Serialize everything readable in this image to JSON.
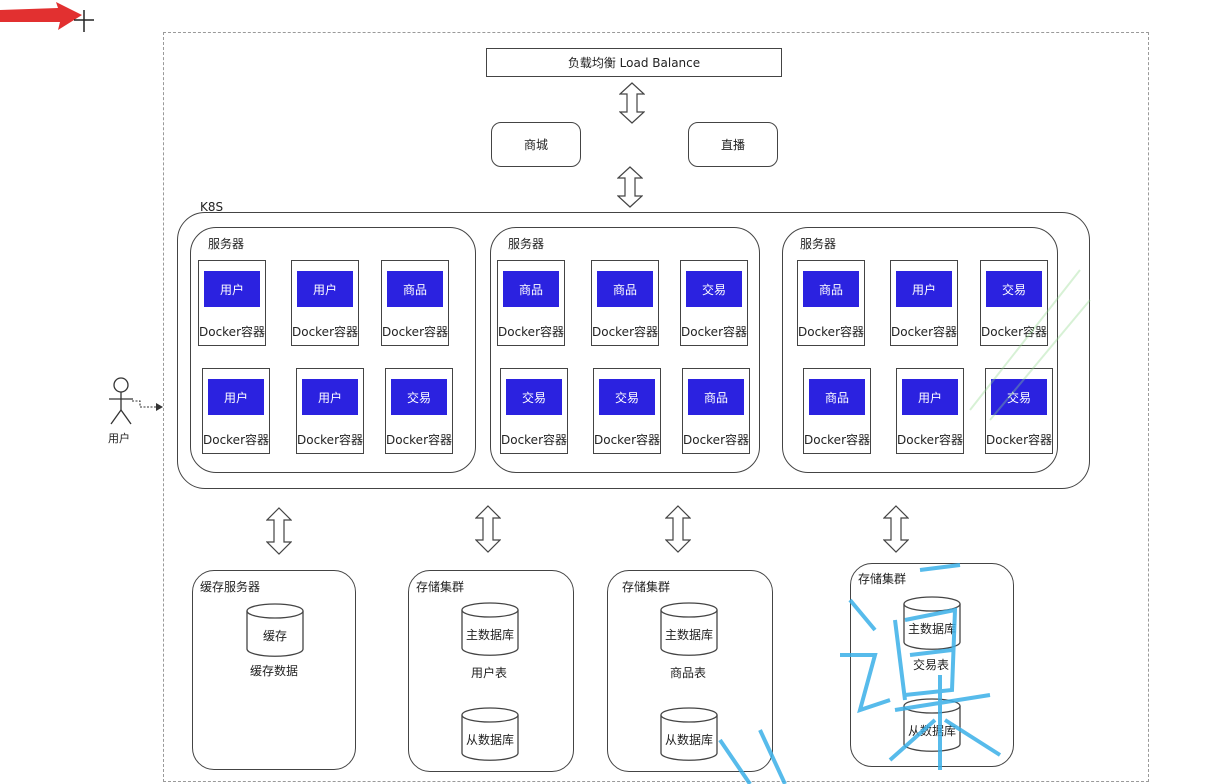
{
  "load_balancer": "负载均衡 Load Balance",
  "apps": [
    "商城",
    "直播"
  ],
  "k8s_label": "K8S",
  "actor_label": "用户",
  "container_label": "Docker容器",
  "servers": [
    {
      "title": "服务器",
      "rows": [
        [
          "用户",
          "用户",
          "商品"
        ],
        [
          "用户",
          "用户",
          "交易"
        ]
      ]
    },
    {
      "title": "服务器",
      "rows": [
        [
          "商品",
          "商品",
          "交易"
        ],
        [
          "交易",
          "交易",
          "商品"
        ]
      ]
    },
    {
      "title": "服务器",
      "rows": [
        [
          "商品",
          "用户",
          "交易"
        ],
        [
          "商品",
          "用户",
          "交易"
        ]
      ]
    }
  ],
  "storage": [
    {
      "title": "缓存服务器",
      "db1": "缓存",
      "caption": "缓存数据"
    },
    {
      "title": "存储集群",
      "db1": "主数据库",
      "caption": "用户表",
      "db2": "从数据库"
    },
    {
      "title": "存储集群",
      "db1": "主数据库",
      "caption": "商品表",
      "db2": "从数据库"
    },
    {
      "title": "存储集群",
      "db1": "主数据库",
      "caption": "交易表",
      "db2": "从数据库"
    }
  ],
  "colors": {
    "container_fill": "#2b22e0",
    "pointer_arrow": "#e23030",
    "watermark": "#3ab0e8"
  }
}
